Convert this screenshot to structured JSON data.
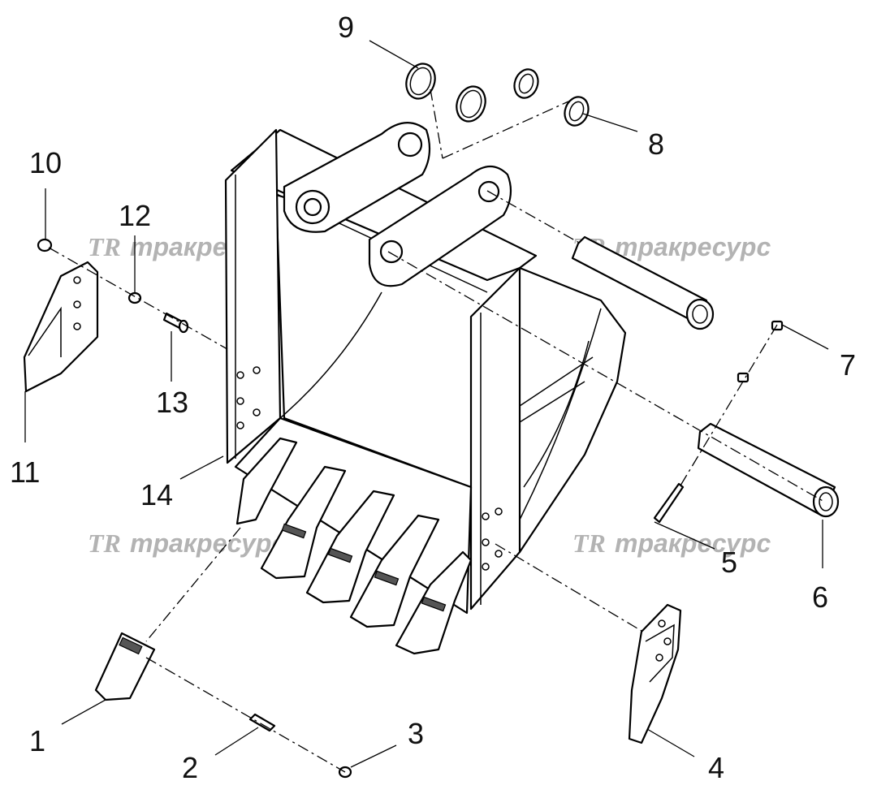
{
  "diagram": {
    "callouts": [
      {
        "id": "c1",
        "label": "1"
      },
      {
        "id": "c2",
        "label": "2"
      },
      {
        "id": "c3",
        "label": "3"
      },
      {
        "id": "c4",
        "label": "4"
      },
      {
        "id": "c5",
        "label": "5"
      },
      {
        "id": "c6",
        "label": "6"
      },
      {
        "id": "c7",
        "label": "7"
      },
      {
        "id": "c8",
        "label": "8"
      },
      {
        "id": "c9",
        "label": "9"
      },
      {
        "id": "c10",
        "label": "10"
      },
      {
        "id": "c11",
        "label": "11"
      },
      {
        "id": "c12",
        "label": "12"
      },
      {
        "id": "c13",
        "label": "13"
      },
      {
        "id": "c14",
        "label": "14"
      }
    ],
    "watermark": {
      "logo": "TR",
      "text": "тракресурс",
      "color": "#b3b3b3"
    }
  }
}
